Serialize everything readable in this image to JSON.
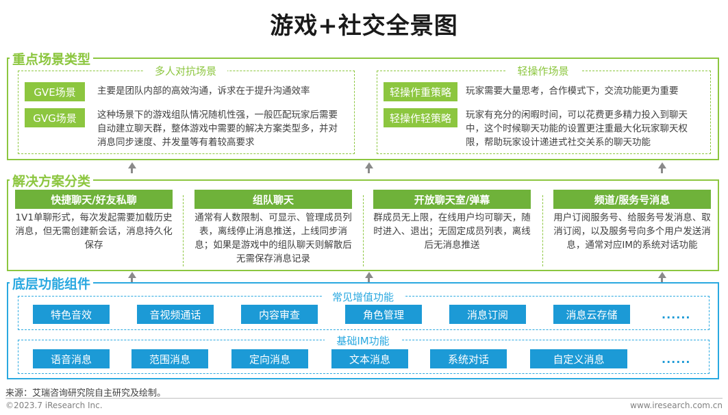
{
  "title": "游戏+社交全景图",
  "sections": {
    "top": {
      "label": "重点场景类型",
      "left": {
        "title": "多人对抗场景",
        "items": [
          {
            "tag": "GVE场景",
            "desc": "主要是团队内部的高效沟通，诉求在于提升沟通效率"
          },
          {
            "tag": "GVG场景",
            "desc": "这种场景下的游戏组队情况随机性强，一般匹配玩家后需要自动建立聊天群，整体游戏中需要的解决方案类型多，并对消息同步速度、并发量等有着较高要求"
          }
        ]
      },
      "right": {
        "title": "轻操作场景",
        "items": [
          {
            "tag": "轻操作重策略",
            "desc": "玩家需要大量思考，合作模式下，交流功能更为重要"
          },
          {
            "tag": "轻操作轻策略",
            "desc": "玩家有充分的闲暇时间，可以花费更多精力投入到聊天中，这个时候聊天功能的设置更注重最大化玩家聊天权限，帮助玩家设计递进式社交关系的聊天功能"
          }
        ]
      }
    },
    "middle": {
      "label": "解决方案分类",
      "columns": [
        {
          "head": "快捷聊天/好友私聊",
          "text": "1V1单聊形式，每次发起需要加载历史消息，但无需创建新会话，消息持久化保存"
        },
        {
          "head": "组队聊天",
          "text": "通常有人数限制、可显示、管理成员列表，离线停止消息推送，上线同步消息；如果是游戏中的组队聊天则解散后无需保存消息记录"
        },
        {
          "head": "开放聊天室/弹幕",
          "text": "群成员无上限，在线用户均可聊天，随时进入、退出；无固定成员列表，离线后无消息推送"
        },
        {
          "head": "频道/服务号消息",
          "text": "用户订阅服务号、给服务号发消息、取消订阅，以及服务号向多个用户发送消息，通常对应IM的系统对话功能"
        }
      ]
    },
    "bottom": {
      "label": "底层功能组件",
      "value_added": {
        "title": "常见增值功能",
        "buttons": [
          "特色音效",
          "音视频通话",
          "内容审查",
          "角色管理",
          "消息订阅",
          "消息云存储"
        ],
        "more": "......"
      },
      "basic": {
        "title": "基础IM功能",
        "buttons": [
          "语音消息",
          "范围消息",
          "定向消息",
          "文本消息",
          "系统对话",
          "自定义消息"
        ],
        "more": "......"
      }
    }
  },
  "footer": {
    "source": "来源：艾瑞咨询研究院自主研究及绘制。",
    "copyright": "©2023.7 iResearch Inc.",
    "website": "www.iresearch.com.cn"
  },
  "colors": {
    "green": "#8cc63f",
    "dark_green": "#6fb23a",
    "blue": "#29a8e0",
    "button_blue": "#1c9ad6",
    "arrow": "#8a8a8a"
  }
}
